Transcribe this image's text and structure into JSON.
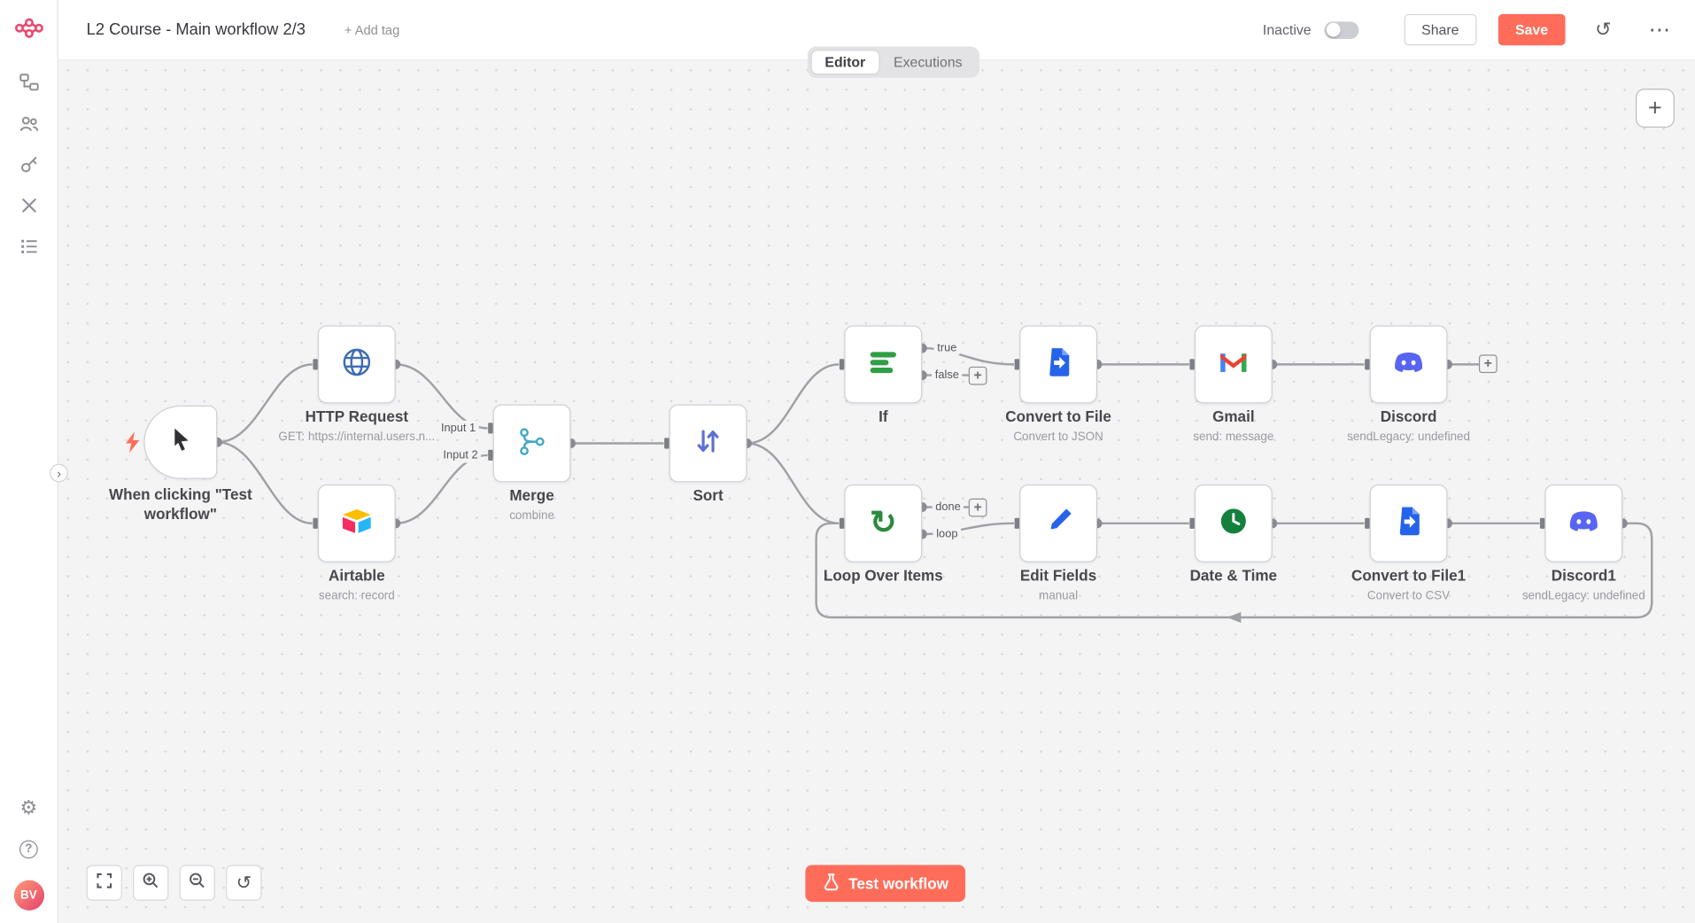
{
  "header": {
    "title": "L2 Course - Main workflow 2/3",
    "add_tag": "+ Add tag",
    "status": "Inactive",
    "share": "Share",
    "save": "Save"
  },
  "tabs": {
    "editor": "Editor",
    "executions": "Executions"
  },
  "sidebar": {
    "avatar": "BV"
  },
  "nodes": [
    {
      "name": "When clicking \"Test workflow\"",
      "subtitle": ""
    },
    {
      "name": "HTTP Request",
      "subtitle": "GET: https://internal.users.n..."
    },
    {
      "name": "Airtable",
      "subtitle": "search: record"
    },
    {
      "name": "Merge",
      "subtitle": "combine"
    },
    {
      "name": "Sort",
      "subtitle": ""
    },
    {
      "name": "If",
      "subtitle": ""
    },
    {
      "name": "Convert to File",
      "subtitle": "Convert to JSON"
    },
    {
      "name": "Gmail",
      "subtitle": "send: message"
    },
    {
      "name": "Discord",
      "subtitle": "sendLegacy: undefined"
    },
    {
      "name": "Loop Over Items",
      "subtitle": ""
    },
    {
      "name": "Edit Fields",
      "subtitle": "manual"
    },
    {
      "name": "Date & Time",
      "subtitle": ""
    },
    {
      "name": "Convert to File1",
      "subtitle": "Convert to CSV"
    },
    {
      "name": "Discord1",
      "subtitle": "sendLegacy: undefined"
    }
  ],
  "connections": {
    "input1": "Input 1",
    "input2": "Input 2",
    "true": "true",
    "false": "false",
    "done": "done",
    "loop": "loop"
  },
  "footer": {
    "test_workflow": "Test workflow"
  },
  "icons": {
    "plus": "+",
    "history": "↺",
    "more": "⋯",
    "chevron": "›",
    "reset": "↺",
    "loop_glyph": "↻",
    "help": "?",
    "gear": "⚙"
  },
  "colors": {
    "accent": "#ff6d5a",
    "canvas": "#f4f4f5",
    "wire": "#9fa1a6"
  }
}
